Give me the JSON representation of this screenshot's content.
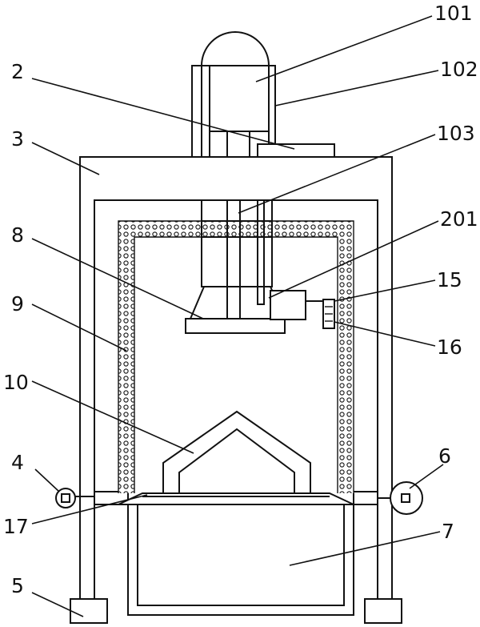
{
  "diagram": {
    "labels": {
      "l101": "101",
      "l102": "102",
      "l103": "103",
      "l2": "2",
      "l3": "3",
      "l201": "201",
      "l8": "8",
      "l15": "15",
      "l9": "9",
      "l16": "16",
      "l10": "10",
      "l4": "4",
      "l6": "6",
      "l17": "17",
      "l7": "7",
      "l5": "5"
    }
  }
}
